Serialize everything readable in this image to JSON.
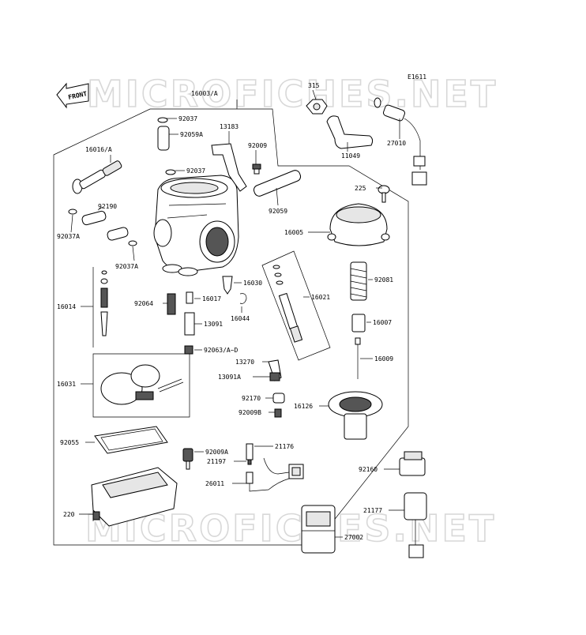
{
  "diagram_code": "E1611",
  "front_label": "FRONT",
  "watermark": "MICROFICHES.NET",
  "labels": [
    "16003/A",
    "315",
    "27010",
    "11049",
    "92037",
    "92059A",
    "13183",
    "92009",
    "16016/A",
    "92037",
    "225",
    "92059",
    "92190",
    "92037A",
    "16005",
    "92037A",
    "16030",
    "92081",
    "16014",
    "92064",
    "16017",
    "16021",
    "16044",
    "13091",
    "16007",
    "92063/A~D",
    "16009",
    "13270",
    "13091A",
    "16031",
    "92170",
    "92009B",
    "16126",
    "92055",
    "21176",
    "92009A",
    "21197",
    "92160",
    "26011",
    "21177",
    "220",
    "27002"
  ]
}
